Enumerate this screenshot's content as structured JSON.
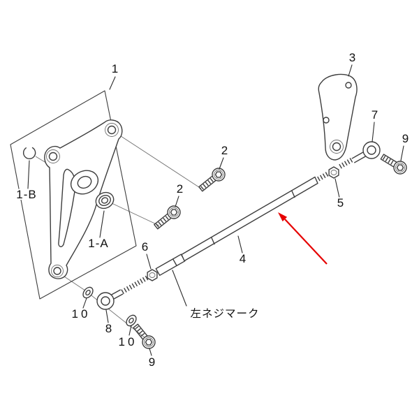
{
  "colors": {
    "background": "#ffffff",
    "line": "#3d3d3d",
    "label_text": "#111111",
    "annotation_arrow": "#e60000"
  },
  "callouts": {
    "part1": "1",
    "part1a": "1-A",
    "part1b": "1-B",
    "part2_upper": "2",
    "part2_lower": "2",
    "part3": "3",
    "part4": "4",
    "part5": "5",
    "part6": "6",
    "part7": "7",
    "part8": "8",
    "part9_right": "9",
    "part9_bottom": "9",
    "part10_upper": "10",
    "part10_lower": "10",
    "left_thread_note": "左ネジマーク"
  }
}
